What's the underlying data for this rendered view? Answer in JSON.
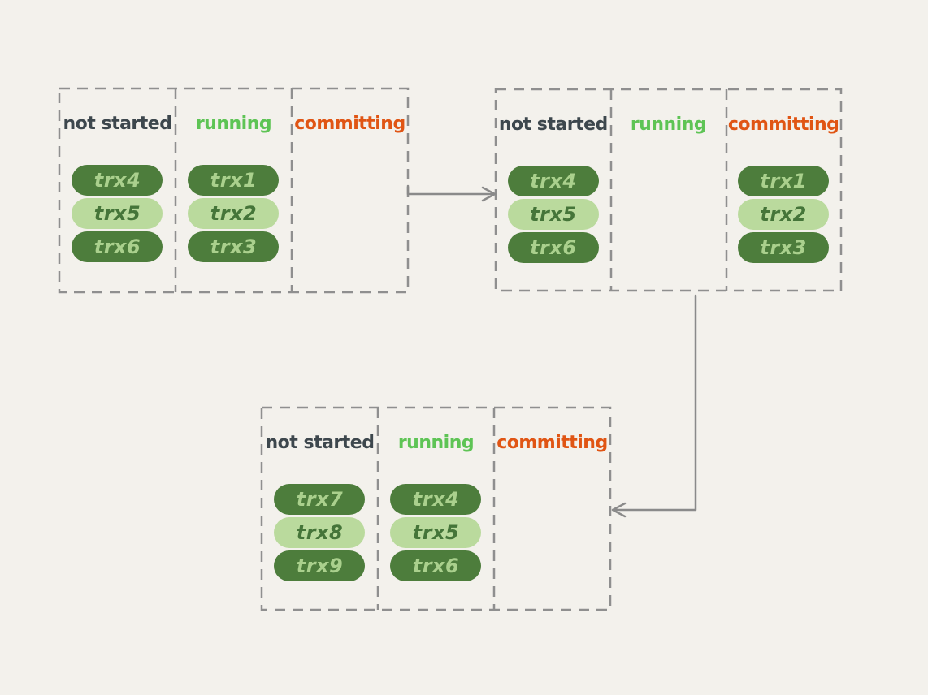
{
  "palette": {
    "background": "#f3f1ec",
    "dashed_border": "#8f8f8f",
    "arrow": "#8a8a8a",
    "not_started_label": "#3d474d",
    "running_label": "#5ec455",
    "committing_label": "#e05514",
    "pill_dark_bg": "#4d7d3c",
    "pill_dark_text": "#aad08d",
    "pill_light_bg": "#bada9d",
    "pill_light_text": "#457539"
  },
  "diagram": {
    "groups": [
      {
        "name": "state-1",
        "columns": [
          {
            "label": "not started",
            "pills": [
              "trx4",
              "trx5",
              "trx6"
            ]
          },
          {
            "label": "running",
            "pills": [
              "trx1",
              "trx2",
              "trx3"
            ]
          },
          {
            "label": "committing",
            "pills": []
          }
        ]
      },
      {
        "name": "state-2",
        "columns": [
          {
            "label": "not started",
            "pills": [
              "trx4",
              "trx5",
              "trx6"
            ]
          },
          {
            "label": "running",
            "pills": []
          },
          {
            "label": "committing",
            "pills": [
              "trx1",
              "trx2",
              "trx3"
            ]
          }
        ]
      },
      {
        "name": "state-3",
        "columns": [
          {
            "label": "not started",
            "pills": [
              "trx7",
              "trx8",
              "trx9"
            ]
          },
          {
            "label": "running",
            "pills": [
              "trx4",
              "trx5",
              "trx6"
            ]
          },
          {
            "label": "committing",
            "pills": []
          }
        ]
      }
    ],
    "arrows": [
      {
        "from": "state-1",
        "to": "state-2"
      },
      {
        "from": "state-2",
        "to": "state-3"
      }
    ]
  }
}
